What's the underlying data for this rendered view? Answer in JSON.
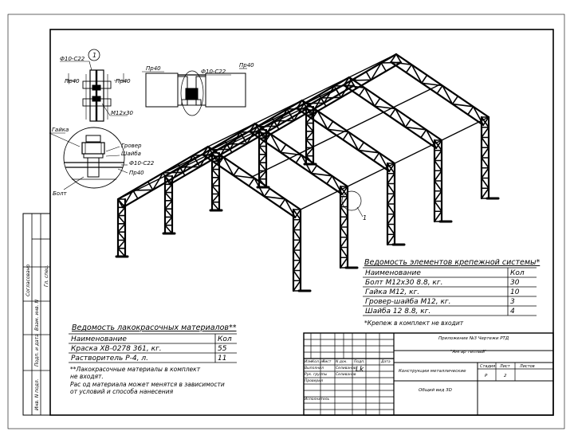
{
  "detail": {
    "callout": "1",
    "rod_top": "Ф10-С22",
    "plate_left": "Пр40",
    "plate_right": "Пр40",
    "bolt": "М12х30",
    "beam_plate": "Пр40",
    "rod_mid": "Ф10-С22",
    "beam_plate2": "Пр40",
    "nut": "Гайка",
    "grover": "Гровер",
    "washer": "Шайба",
    "rod_low": "Ф10-С22",
    "plate_low": "Пр40",
    "bolt_low": "Болт",
    "frame_callout": "1"
  },
  "fasteners": {
    "title": "Ведомость элементов крепежной системы*",
    "header": [
      "Наименование",
      "Кол"
    ],
    "rows": [
      [
        "Болт М12х30 8.8, кг.",
        "30"
      ],
      [
        "Гайка М12, кг.",
        "10"
      ],
      [
        "Гровер-шайба М12, кг.",
        "3"
      ],
      [
        "Шайба 12 8.8, кг.",
        "4"
      ]
    ],
    "note": "*Крепеж в комплект не входит"
  },
  "paints": {
    "title": "Ведомость лакокрасочных материалов**",
    "header": [
      "Наименование",
      "Кол"
    ],
    "rows": [
      [
        "Краска ХВ-0278 361, кг.",
        "55"
      ],
      [
        "Растворитель Р-4, л.",
        "11"
      ]
    ],
    "notes": [
      "**Лакокрасочные материалы в комплект",
      "не входят.",
      "Рас од материала может менятся в зависимости",
      "от условий и способа нанесения"
    ]
  },
  "titleblock": {
    "doc": "Приложение №3 Чертежи РТД",
    "project": "\"Ангар теплый\"",
    "cols": [
      "Изм.",
      "Кол.уч",
      "Лист",
      "N док.",
      "Подп.",
      "Дата"
    ],
    "role1": "Выполнил",
    "name1": "Селиванов",
    "role2": "Рук. группы",
    "name2": "Селиванов",
    "role3": "Проверил",
    "role4": "Исполнитель",
    "sign": "Lk",
    "name_doc": "Конструкции металлические",
    "stage_h": "Стадия",
    "sheet_h": "Лист",
    "sheets_h": "Листов",
    "stage": "Р",
    "sheet": "2",
    "view": "Общий вид 3D"
  },
  "side": {
    "s1": "Согласовано",
    "s2": "Взам. инв. N",
    "s3": "Подп. и дата",
    "s4": "Инв. N подл.",
    "s5": "Гл. спец."
  }
}
